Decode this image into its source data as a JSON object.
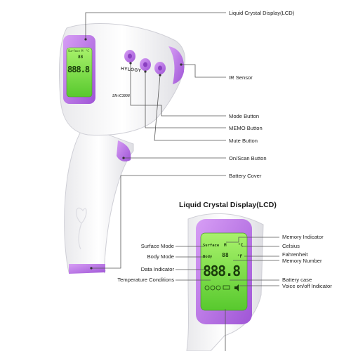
{
  "device": {
    "brand": "HYLOGY",
    "model_text": "SN-IC3008",
    "lcd_small": {
      "mode_label": "Surface",
      "memory_indicator": "M",
      "celsius": "°C",
      "memory_number": "88",
      "reading": "888.8"
    },
    "lcd_large": {
      "mode_label": "Surface",
      "body_label": "Body",
      "memory_indicator": "M",
      "celsius": "°C",
      "memory_number": "88",
      "fahrenheit": "°F",
      "reading": "888.8"
    }
  },
  "callouts_top": {
    "lcd": "Liquid Crystal Display(LCD)",
    "ir_sensor": "IR Sensor",
    "mode_button": "Mode Button",
    "memo_button": "MEMO Button",
    "mute_button": "Mute Button",
    "onscan_button": "On/Scan Button",
    "battery_cover": "Battery Cover"
  },
  "detail": {
    "title": "Liquid Crystal Display(LCD)",
    "left": {
      "surface_mode": "Surface Mode",
      "body_mode": "Body Mode",
      "data_indicator": "Data Indicator",
      "temperature_conditions": "Temperature Conditions"
    },
    "right": {
      "memory_indicator": "Memory Indicator",
      "celsius": "Celsius",
      "fahrenheit": "Fahrenheit",
      "memory_number": "Memory Number",
      "battery_case": "Battery case",
      "voice_toggle": "Voice on/off Indicator"
    }
  },
  "colors": {
    "accent": "#b36be0",
    "lcd_green": "#7fe14a",
    "leader": "#555555"
  }
}
